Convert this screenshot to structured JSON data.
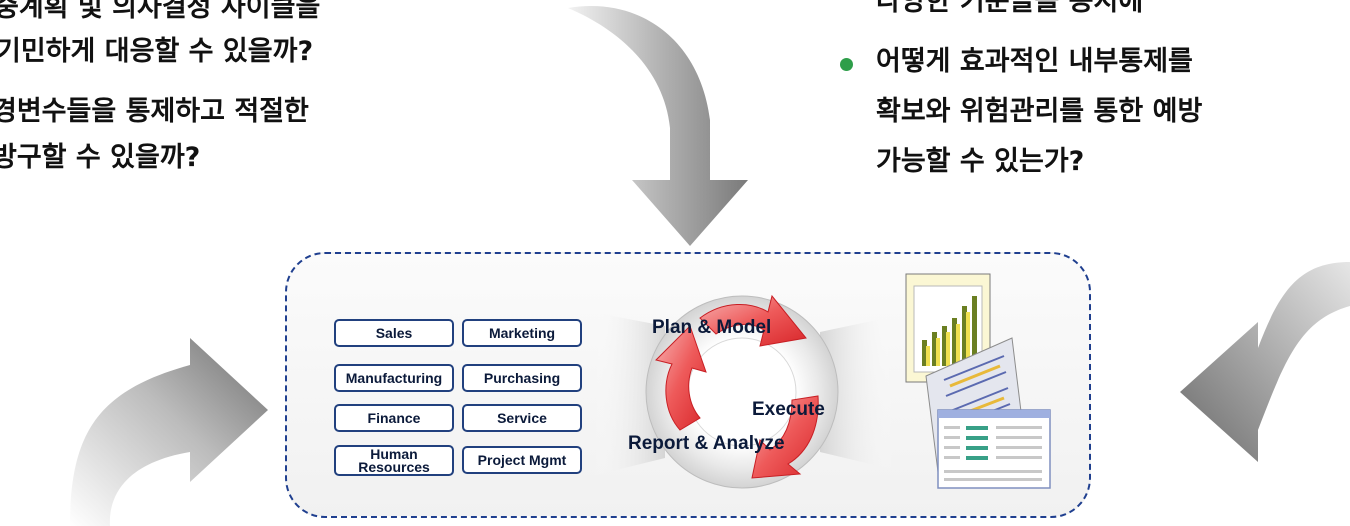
{
  "left_text": {
    "line1": "중계획 및 의사결정 사이클을",
    "line2": "기민하게 대응할 수 있을까?",
    "line3": "경변수들을 통제하고 적절한",
    "line4": "방구할 수 있을까?"
  },
  "right_text": {
    "line1": "다양한 기준들을 동시에",
    "line2": "어떻게 효과적인 내부통제를",
    "line3": "확보와 위험관리를 통한 예방",
    "line4": "가능할 수 있는가?"
  },
  "functions": [
    {
      "label": "Sales"
    },
    {
      "label": "Marketing"
    },
    {
      "label": "Manufacturing"
    },
    {
      "label": "Purchasing"
    },
    {
      "label": "Finance"
    },
    {
      "label": "Service"
    },
    {
      "label": "Human Resources"
    },
    {
      "label": "Project Mgmt"
    }
  ],
  "cycle": {
    "plan": "Plan & Model",
    "execute": "Execute",
    "report": "Report & Analyze"
  },
  "colors": {
    "border": "#1f3f8f",
    "bullet": "#2e9e4a",
    "cycle_arrow": "#e8393b",
    "arrow_gray": "#9a9a9a"
  }
}
